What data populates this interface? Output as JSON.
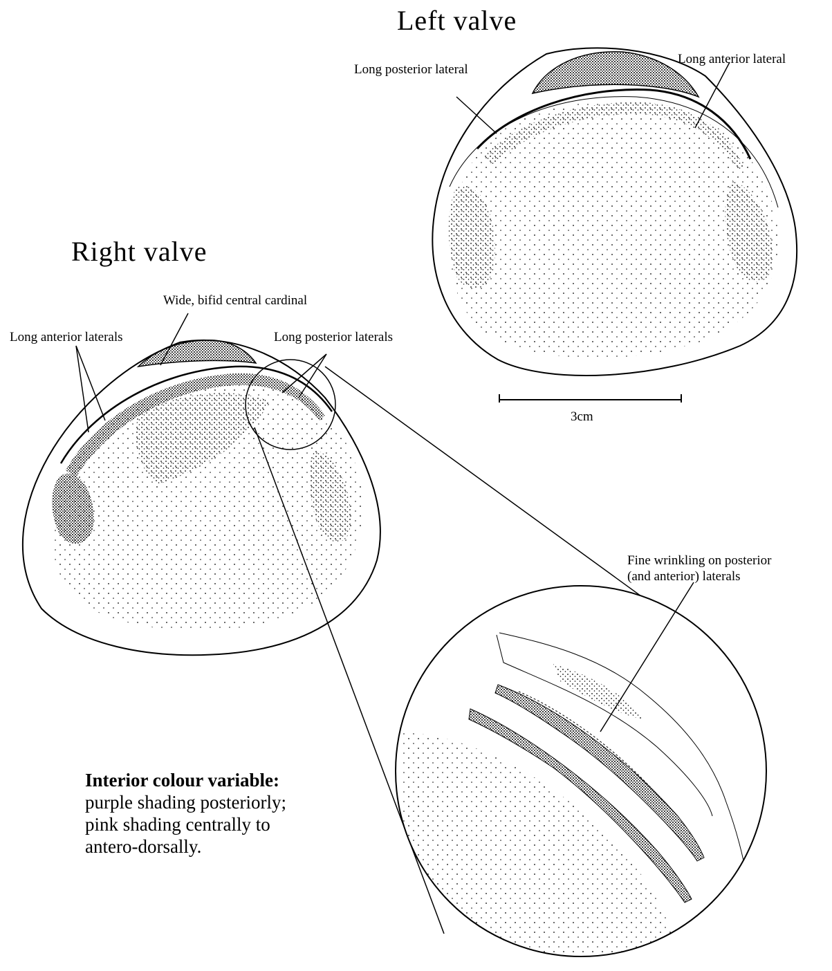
{
  "titles": {
    "left_valve": "Left valve",
    "right_valve": "Right valve"
  },
  "labels": {
    "left_long_posterior_lateral": "Long posterior lateral",
    "left_long_anterior_lateral": "Long anterior lateral",
    "right_central_cardinal": "Wide, bifid central cardinal",
    "right_long_anterior_laterals": "Long anterior laterals",
    "right_long_posterior_laterals": "Long posterior laterals",
    "wrinkling_line1": "Fine wrinkling on posterior",
    "wrinkling_line2": "(and anterior) laterals"
  },
  "scale_bar": {
    "label": "3cm"
  },
  "note": {
    "heading": "Interior colour variable:",
    "line1": "purple shading posteriorly;",
    "line2": "pink shading centrally to",
    "line3": "antero-dorsally."
  }
}
